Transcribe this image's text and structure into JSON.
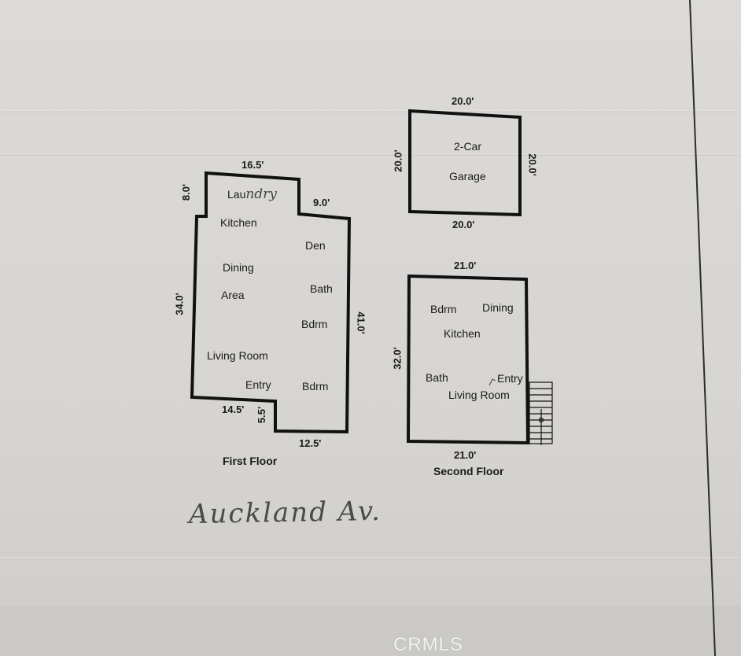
{
  "first_floor": {
    "caption": "First Floor",
    "rooms": {
      "laundry_printed": "Lau",
      "laundry_handwritten": "ndry",
      "kitchen": "Kitchen",
      "den": "Den",
      "dining": "Dining",
      "area": "Area",
      "bath": "Bath",
      "bdrm1": "Bdrm",
      "living_room": "Living Room",
      "entry": "Entry",
      "bdrm2": "Bdrm"
    },
    "dims": {
      "top": "16.5'",
      "left_upper": "8.0'",
      "right_step": "9.0'",
      "left": "34.0'",
      "right": "41.0'",
      "bottom_left": "14.5'",
      "bottom_step": "5.5'",
      "bottom_right": "12.5'"
    }
  },
  "garage": {
    "label_line1": "2-Car",
    "label_line2": "Garage",
    "dims": {
      "top": "20.0'",
      "bottom": "20.0'",
      "left": "20.0'",
      "right": "20.0'"
    }
  },
  "second_floor": {
    "caption": "Second Floor",
    "rooms": {
      "bdrm": "Bdrm",
      "dining": "Dining",
      "kitchen": "Kitchen",
      "bath": "Bath",
      "entry": "Entry",
      "living_room": "Living Room"
    },
    "dims": {
      "top": "21.0'",
      "bottom": "21.0'",
      "left": "32.0'"
    }
  },
  "handwritten_note": "Auckland Av.",
  "watermark": "CRMLS",
  "colors": {
    "paper": "#d9d7d4",
    "ink": "#1a1a1a"
  }
}
